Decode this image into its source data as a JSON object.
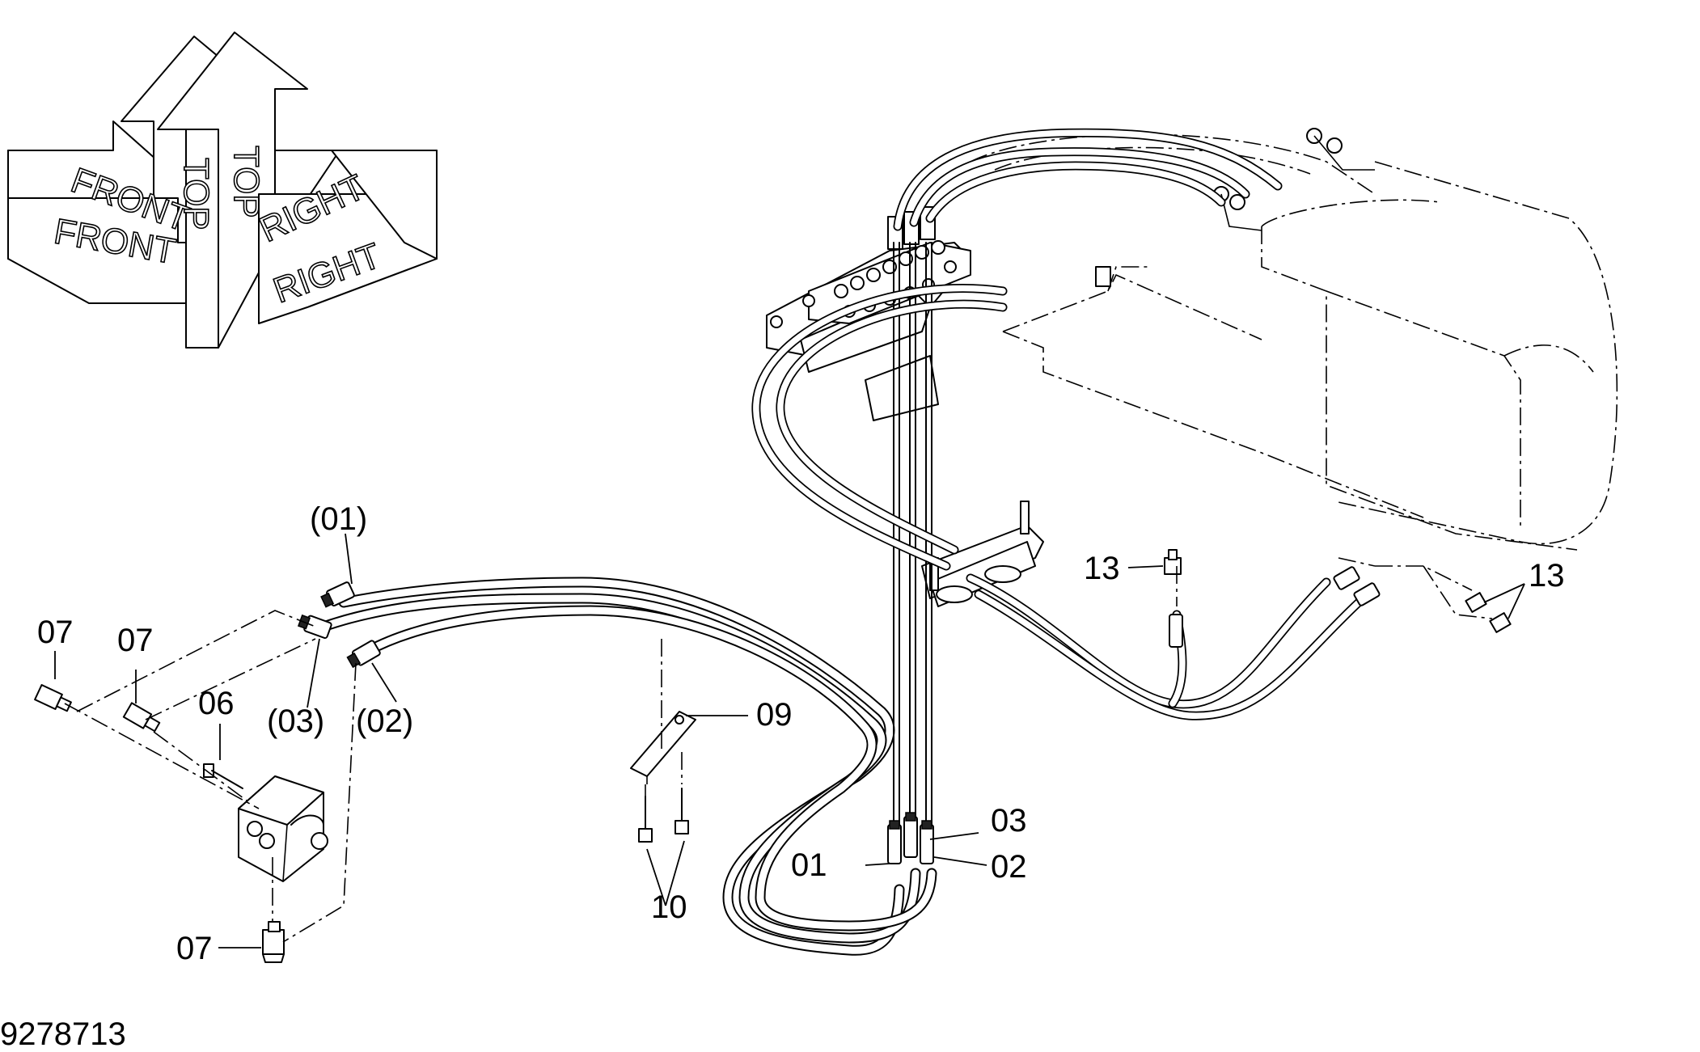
{
  "orientation": {
    "front_label": "FRONT",
    "top_label": "TOP",
    "right_label": "RIGHT"
  },
  "callouts": {
    "c01_paren": "(01)",
    "c02_paren": "(02)",
    "c03_paren": "(03)",
    "c01": "01",
    "c02": "02",
    "c03": "03",
    "c06": "06",
    "c07_a": "07",
    "c07_b": "07",
    "c07_c": "07",
    "c09": "09",
    "c10": "10",
    "c13_a": "13",
    "c13_b": "13"
  },
  "figure_number": "9278713"
}
